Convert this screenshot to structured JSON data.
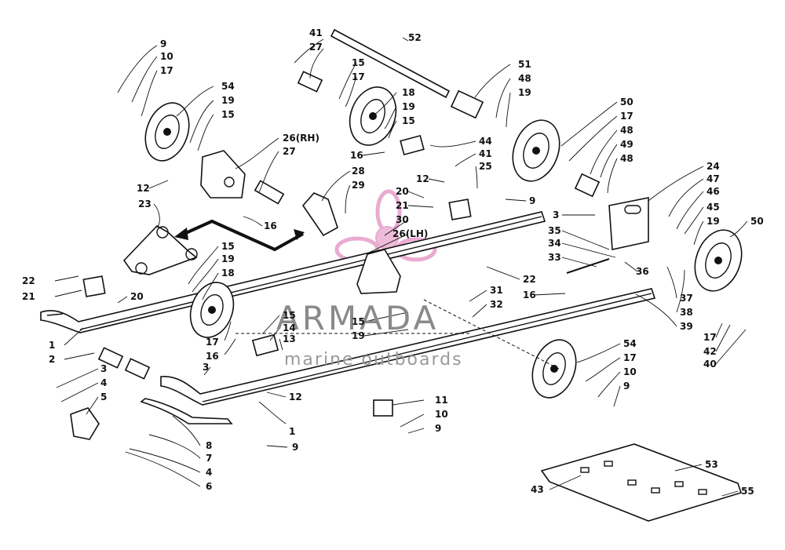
{
  "diagram": {
    "part_labels": [
      "9",
      "10",
      "17",
      "54",
      "19",
      "15",
      "12",
      "23",
      "26(RH)",
      "27",
      "16",
      "28",
      "29",
      "41",
      "27",
      "15",
      "17",
      "18",
      "19",
      "15",
      "16",
      "52",
      "51",
      "48",
      "19",
      "44",
      "41",
      "25",
      "12",
      "20",
      "21",
      "30",
      "26(LH)",
      "50",
      "17",
      "48",
      "49",
      "48",
      "9",
      "24",
      "47",
      "46",
      "45",
      "19",
      "50",
      "3",
      "35",
      "34",
      "33",
      "36",
      "37",
      "38",
      "39",
      "15",
      "19",
      "18",
      "22",
      "21",
      "20",
      "1",
      "2",
      "17",
      "16",
      "15",
      "14",
      "13",
      "3",
      "15",
      "19",
      "31",
      "32",
      "22",
      "16",
      "54",
      "17",
      "10",
      "9",
      "3",
      "4",
      "5",
      "8",
      "7",
      "4",
      "6",
      "9",
      "12",
      "1",
      "11",
      "10",
      "9",
      "17",
      "42",
      "40",
      "53",
      "43",
      "55"
    ]
  },
  "watermark": {
    "title": "ARMADA",
    "subtitle": "marine outboards"
  }
}
